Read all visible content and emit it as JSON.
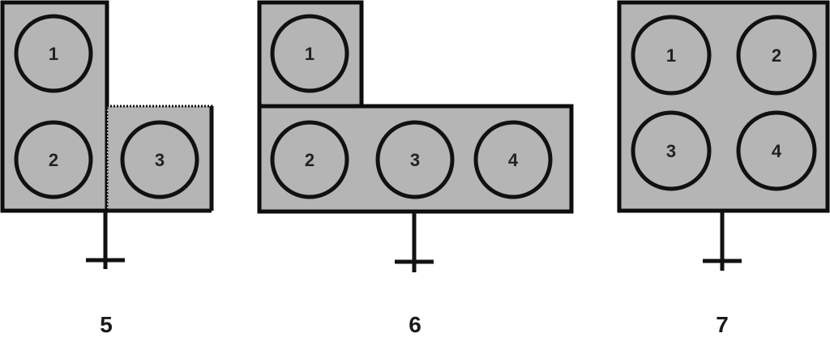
{
  "figures": [
    {
      "label": "5",
      "circles": [
        "1",
        "2",
        "3"
      ]
    },
    {
      "label": "6",
      "circles": [
        "1",
        "2",
        "3",
        "4"
      ]
    },
    {
      "label": "7",
      "circles": [
        "1",
        "2",
        "3",
        "4"
      ]
    }
  ],
  "colors": {
    "block_fill": "#b5b5b5",
    "outline": "#111111",
    "background": "#ffffff"
  }
}
